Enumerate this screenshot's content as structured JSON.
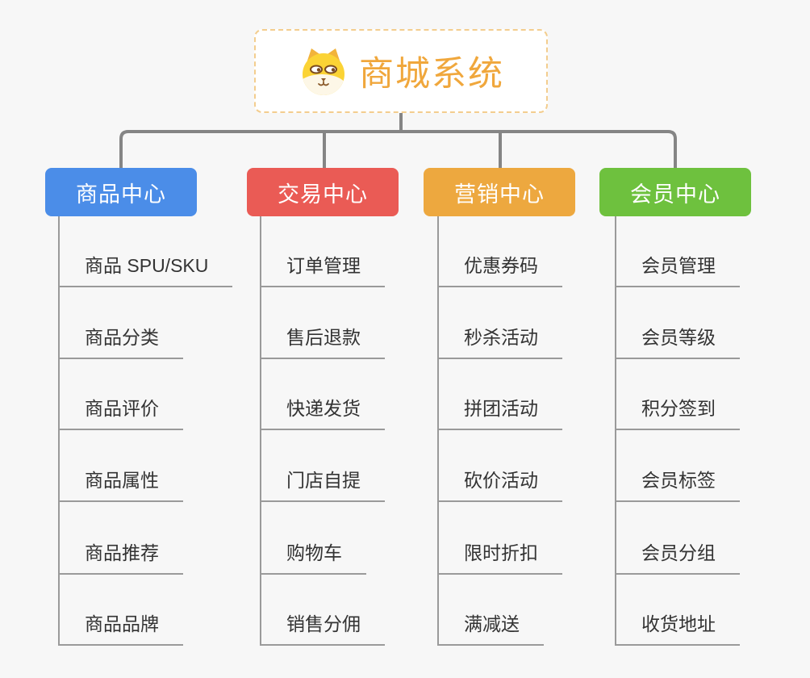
{
  "root": {
    "title": "商城系统",
    "icon": "dog-icon"
  },
  "branches": [
    {
      "label": "商品中心",
      "color": "#4B8DE8",
      "items": [
        "商品 SPU/SKU",
        "商品分类",
        "商品评价",
        "商品属性",
        "商品推荐",
        "商品品牌"
      ]
    },
    {
      "label": "交易中心",
      "color": "#EA5B55",
      "items": [
        "订单管理",
        "售后退款",
        "快递发货",
        "门店自提",
        "购物车",
        "销售分佣"
      ]
    },
    {
      "label": "营销中心",
      "color": "#EDA83F",
      "items": [
        "优惠券码",
        "秒杀活动",
        "拼团活动",
        "砍价活动",
        "限时折扣",
        "满减送"
      ]
    },
    {
      "label": "会员中心",
      "color": "#6EC13E",
      "items": [
        "会员管理",
        "会员等级",
        "积分签到",
        "会员标签",
        "会员分组",
        "收货地址"
      ]
    }
  ],
  "colors": {
    "background": "#F7F7F7",
    "root_text": "#F0A73C",
    "root_border": "#F3CD8E",
    "connector_line": "#858585",
    "leaf_line": "#9A9A9A",
    "leaf_text": "#333333"
  }
}
